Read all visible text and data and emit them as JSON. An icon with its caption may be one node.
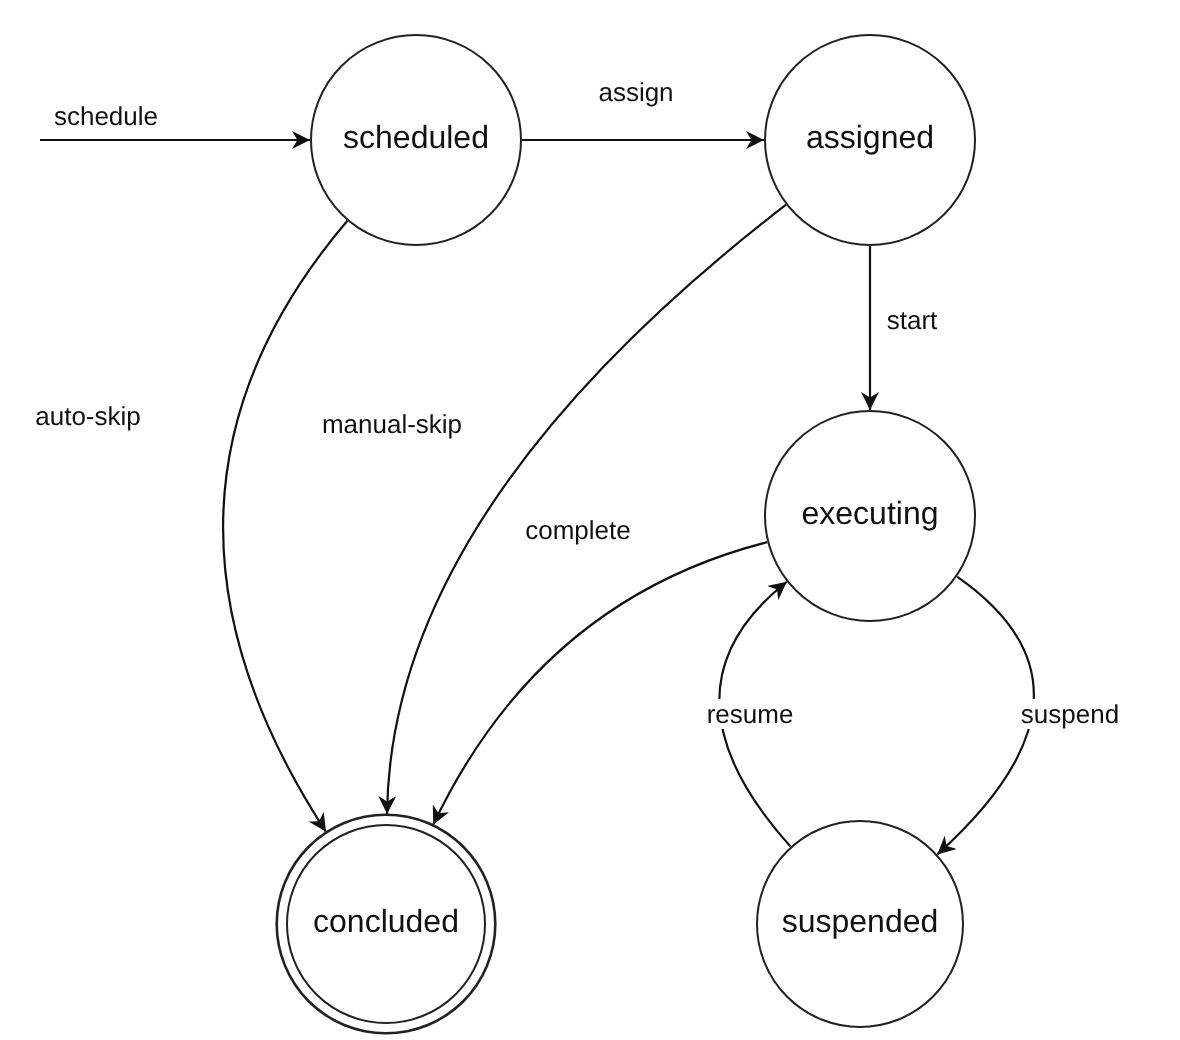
{
  "diagram": {
    "nodes": [
      {
        "text": [
          "scheduled"
        ]
      },
      {
        "text": [
          "assigned"
        ]
      },
      {
        "text": [
          "executing"
        ]
      },
      {
        "text": [
          "concluded"
        ]
      },
      {
        "text": [
          "suspended"
        ]
      }
    ],
    "edges": [
      {
        "from": null,
        "to": 0,
        "arrow": "to",
        "label": "schedule"
      },
      {
        "from": 0,
        "to": 1,
        "arrow": "to",
        "label": "assign"
      },
      {
        "from": 1,
        "to": 2,
        "arrow": "to",
        "label": "start"
      },
      {
        "from": 0,
        "to": 3,
        "arrow": "to",
        "label": "auto-skip"
      },
      {
        "from": 1,
        "to": 3,
        "arrow": "to",
        "label": "manual-skip"
      },
      {
        "from": 2,
        "to": 3,
        "arrow": "to",
        "label": "complete"
      },
      {
        "from": 2,
        "to": 4,
        "arrow": "to",
        "label": "suspend"
      },
      {
        "from": 4,
        "to": 2,
        "arrow": "to",
        "label": "resume"
      }
    ]
  }
}
